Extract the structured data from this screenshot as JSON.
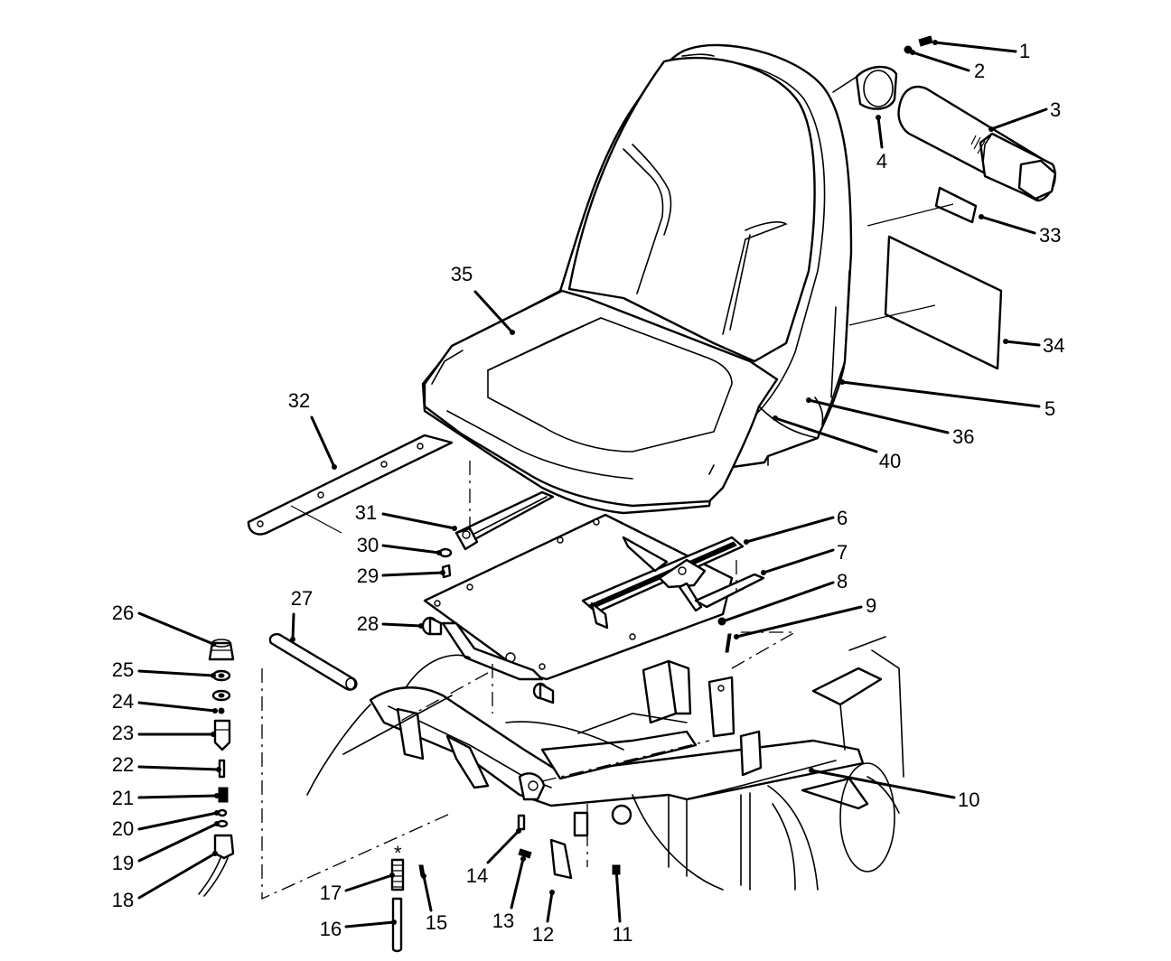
{
  "diagram": {
    "kind": "exploded parts diagram",
    "callouts": [
      {
        "label": "1"
      },
      {
        "label": "2"
      },
      {
        "label": "3"
      },
      {
        "label": "4"
      },
      {
        "label": "5"
      },
      {
        "label": "6"
      },
      {
        "label": "7"
      },
      {
        "label": "8"
      },
      {
        "label": "9"
      },
      {
        "label": "10"
      },
      {
        "label": "11"
      },
      {
        "label": "12"
      },
      {
        "label": "13"
      },
      {
        "label": "14"
      },
      {
        "label": "15"
      },
      {
        "label": "16"
      },
      {
        "label": "17"
      },
      {
        "label": "18"
      },
      {
        "label": "19"
      },
      {
        "label": "20"
      },
      {
        "label": "21"
      },
      {
        "label": "22"
      },
      {
        "label": "23"
      },
      {
        "label": "24"
      },
      {
        "label": "25"
      },
      {
        "label": "26"
      },
      {
        "label": "27"
      },
      {
        "label": "28"
      },
      {
        "label": "29"
      },
      {
        "label": "30"
      },
      {
        "label": "31"
      },
      {
        "label": "32"
      },
      {
        "label": "33"
      },
      {
        "label": "34"
      },
      {
        "label": "35"
      },
      {
        "label": "36"
      },
      {
        "label": "40"
      }
    ],
    "marks": {
      "asterisk": "*"
    }
  }
}
